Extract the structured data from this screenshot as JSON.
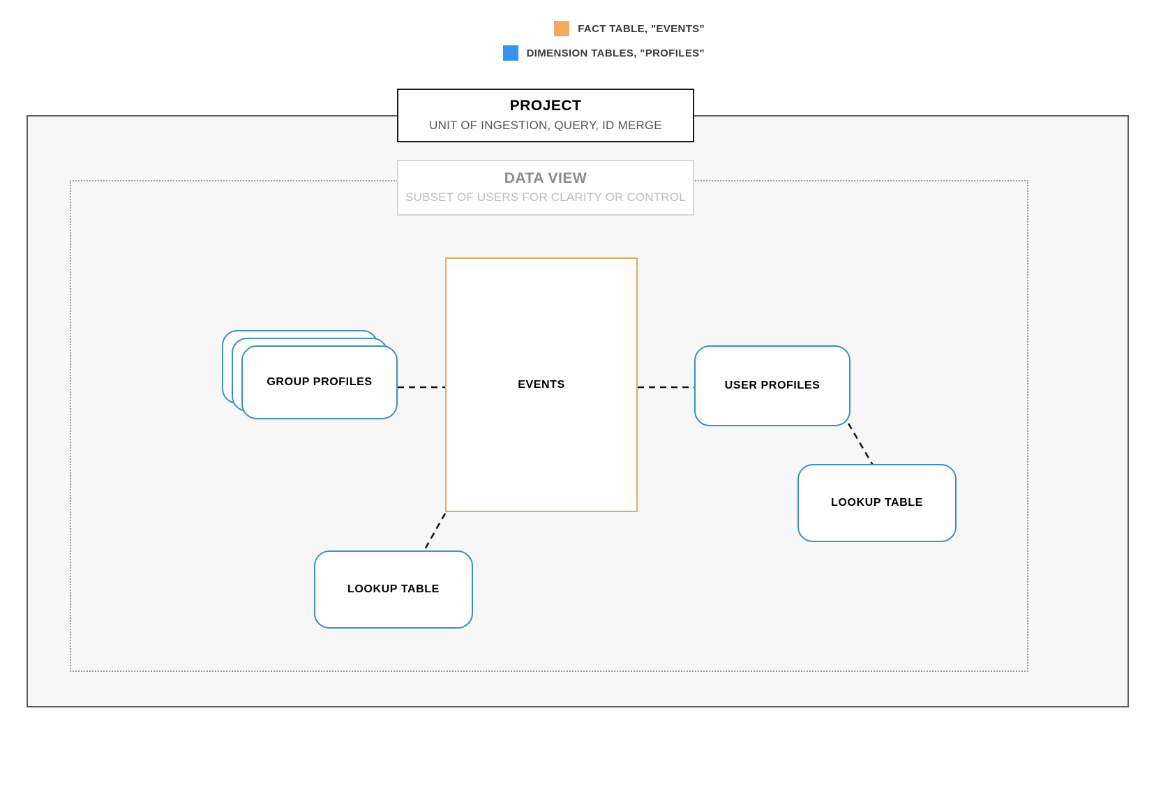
{
  "legend": {
    "items": [
      {
        "label": "FACT TABLE, \"EVENTS\"",
        "color": "#f2ab61",
        "icon": "square-swatch-icon"
      },
      {
        "label": "DIMENSION TABLES, \"PROFILES\"",
        "color": "#3692ef",
        "icon": "square-swatch-icon"
      }
    ]
  },
  "project": {
    "title": "PROJECT",
    "subtitle": "UNIT OF INGESTION, QUERY, ID MERGE",
    "border_color": "#1a1a1a",
    "fill_color": "#f7f7f7"
  },
  "data_view": {
    "title": "DATA VIEW",
    "subtitle": "SUBSET OF USERS FOR CLARITY OR CONTROL",
    "border_color": "#d8d8d8",
    "frame_border_color": "#9a9a9a"
  },
  "nodes": {
    "events": {
      "label": "EVENTS",
      "type": "fact-table",
      "color": "#e3ab62"
    },
    "group_profiles": {
      "label": "GROUP PROFILES",
      "type": "dimension-table-stack",
      "color": "#3d8fc4",
      "stack_count": 3
    },
    "user_profiles": {
      "label": "USER PROFILES",
      "type": "dimension-table",
      "color": "#3d8fc4"
    },
    "lookup_table_left": {
      "label": "LOOKUP TABLE",
      "type": "lookup-table",
      "color": "#3d8fc4"
    },
    "lookup_table_right": {
      "label": "LOOKUP TABLE",
      "type": "lookup-table",
      "color": "#3d8fc4"
    }
  },
  "connections": [
    {
      "from": "group_profiles",
      "to": "events",
      "style": "dashed"
    },
    {
      "from": "events",
      "to": "user_profiles",
      "style": "dashed"
    },
    {
      "from": "events",
      "to": "lookup_table_left",
      "style": "dashed"
    },
    {
      "from": "user_profiles",
      "to": "lookup_table_right",
      "style": "dashed"
    }
  ]
}
